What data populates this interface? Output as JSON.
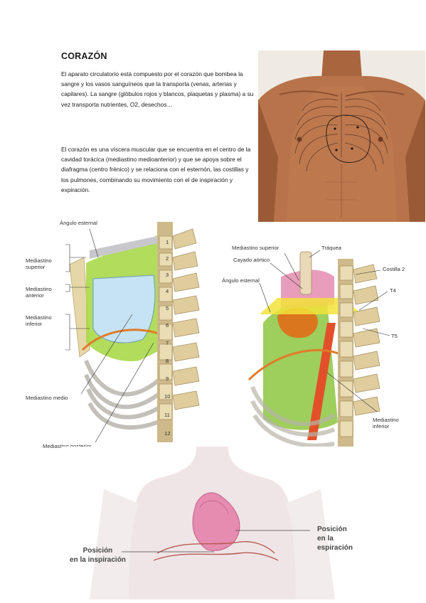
{
  "document": {
    "title": "CORAZÓN",
    "paragraphs": [
      "El aparato circulatorio está compuesto por el corazón que bombea la sangre y los vasos sanguíneos que la transporta (venas, arterias y capilares). La sangre (glóbulos rojos y blancos, plaquetas y plasma) a su vez transporta nutrientes, O2, desechos…",
      "El corazón es una víscera muscular que se encuentra en el centro de la cavidad torácica (mediastino medioanterior) y que se apoya sobre el diafragma (centro frénico) y se relaciona con el esternón, las costillas y los pulmones, combinando su movimiento con el de inspiración y expiración."
    ]
  },
  "figure_left": {
    "labels": {
      "angulo": "Ángulo esternal",
      "superior": "Mediastino\nsuperior",
      "anterior": "Mediastino\nanterior",
      "inferior": "Mediastino\ninferior",
      "medio": "Mediastino medio",
      "posterior": "Mediastino posterior"
    },
    "vertebra_numbers": [
      "1",
      "2",
      "3",
      "4",
      "5",
      "6",
      "7",
      "8",
      "9",
      "10",
      "11",
      "12"
    ]
  },
  "figure_right": {
    "labels": {
      "superior": "Mediastino superior",
      "traquea": "Tráquea",
      "cayado": "Cayado aórtico",
      "costilla": "Costilla 2",
      "angulo": "Ángulo esternal",
      "t4": "T4",
      "t5": "T5",
      "inferior": "Mediastino\ninferior"
    }
  },
  "figure_bottom": {
    "labels": {
      "espiracion": "Posición\nen la espiración",
      "inspiracion": "Posición\nen la inspiración"
    }
  },
  "colors": {
    "skin": "#b8734a",
    "bone": "#e6d7a8",
    "mediastinum_green": "#a9d84a",
    "heart_blue": "#c5e3f2",
    "pink": "#e58cb0"
  }
}
